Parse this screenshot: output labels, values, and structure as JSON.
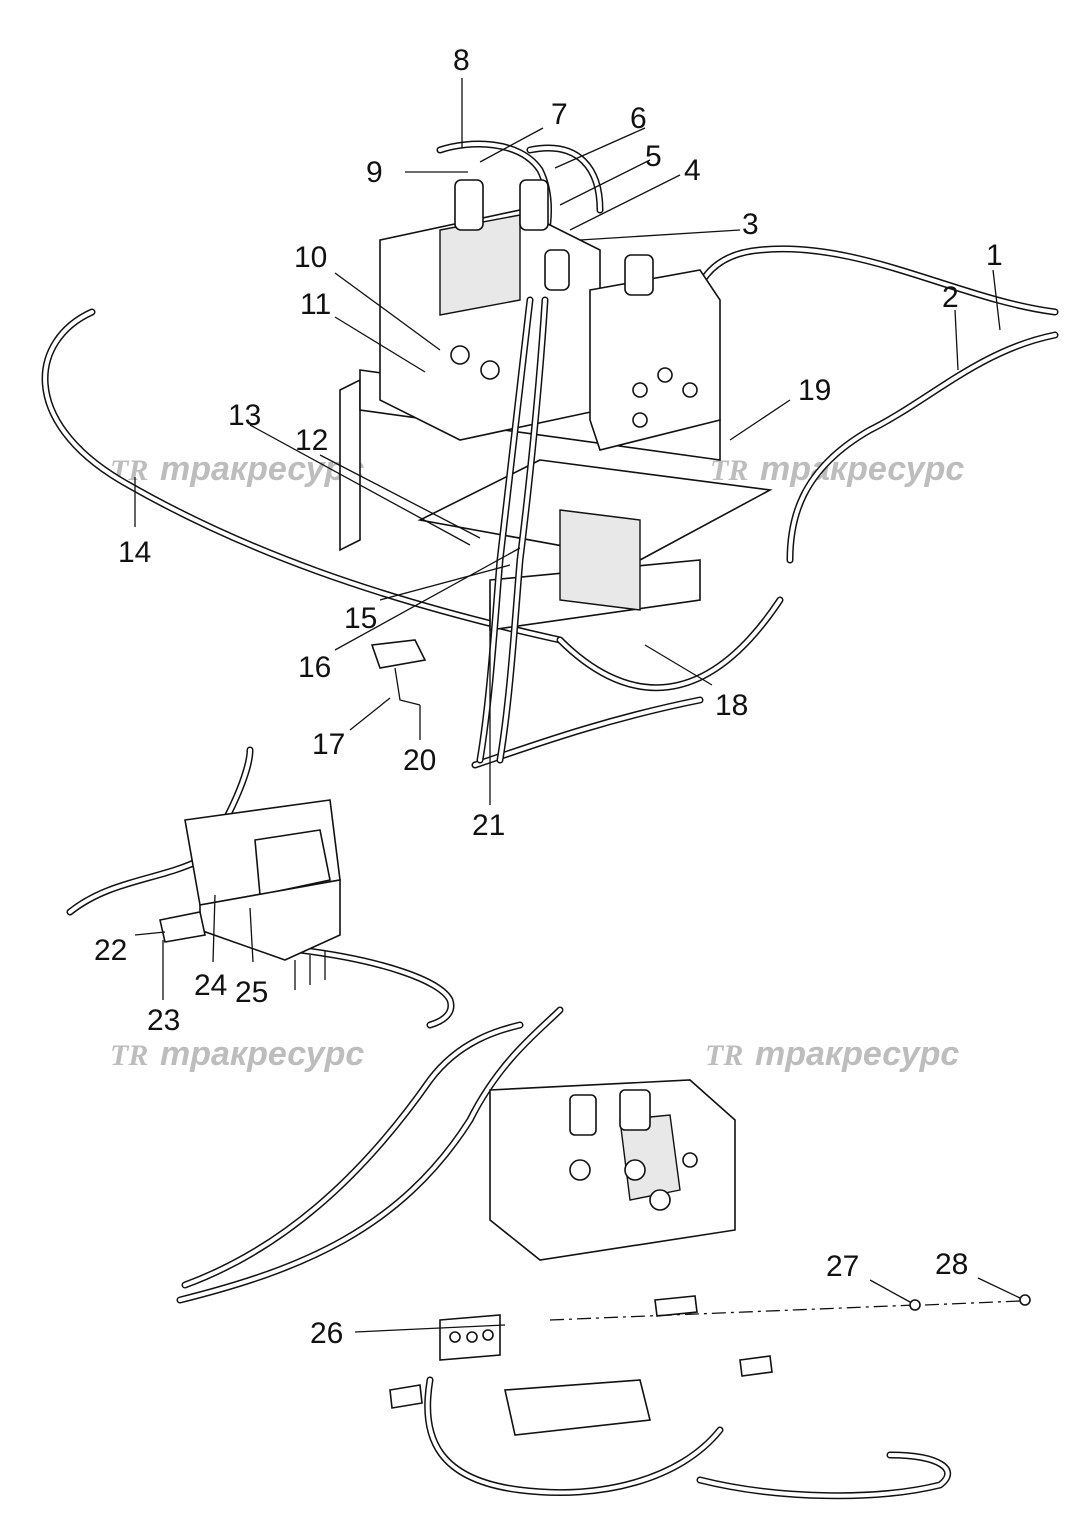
{
  "watermark": {
    "logo": "TR",
    "text": "тракресурс"
  },
  "callouts": {
    "c1": "1",
    "c2": "2",
    "c3": "3",
    "c4": "4",
    "c5": "5",
    "c6": "6",
    "c7": "7",
    "c8": "8",
    "c9": "9",
    "c10": "10",
    "c11": "11",
    "c12": "12",
    "c13": "13",
    "c14": "14",
    "c15": "15",
    "c16": "16",
    "c17": "17",
    "c18": "18",
    "c19": "19",
    "c20": "20",
    "c21": "21",
    "c22": "22",
    "c23": "23",
    "c24": "24",
    "c25": "25",
    "c26": "26",
    "c27": "27",
    "c28": "28"
  }
}
